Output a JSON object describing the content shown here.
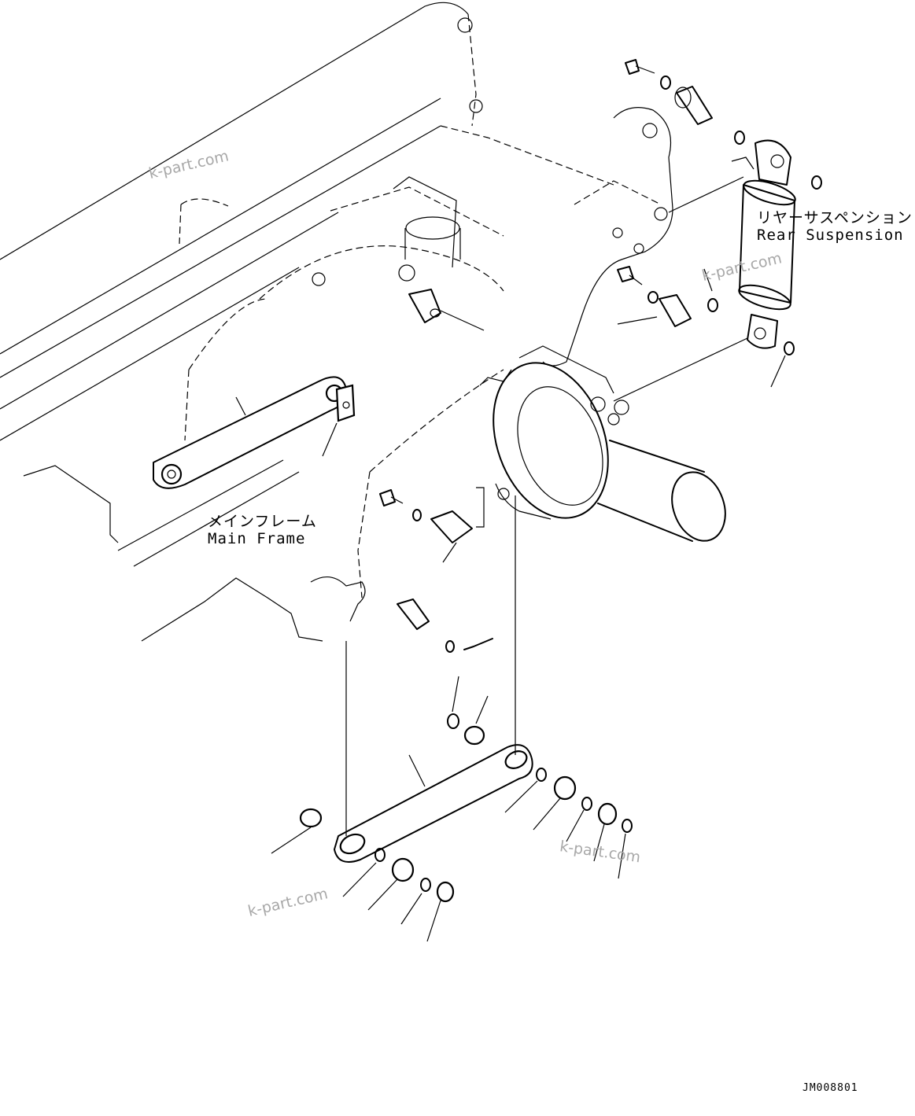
{
  "labels": {
    "rear_suspension_jp": "リヤーサスペンション",
    "rear_suspension_en": "Rear Suspension",
    "main_frame_jp": "メインフレーム",
    "main_frame_en": "Main Frame"
  },
  "watermark": "k-part.com",
  "drawing_code": "JM008801"
}
